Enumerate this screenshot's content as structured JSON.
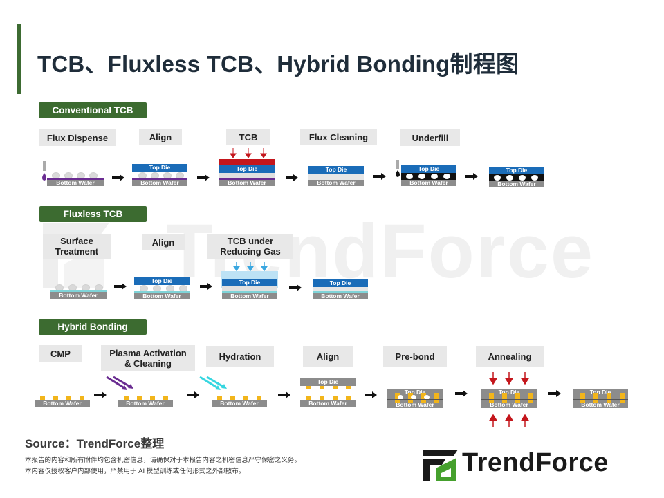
{
  "title": "TCB、Fluxless TCB、Hybrid Bonding制程图",
  "watermark": "TrendForce",
  "sections": {
    "conventional": {
      "label": "Conventional TCB",
      "steps": [
        "Flux Dispense",
        "Align",
        "TCB",
        "Flux Cleaning",
        "Underfill"
      ]
    },
    "fluxless": {
      "label": "Fluxless TCB",
      "steps": [
        "Surface\nTreatment",
        "Align",
        "TCB under\nReducing Gas"
      ]
    },
    "hybrid": {
      "label": "Hybrid Bonding",
      "steps": [
        "CMP",
        "Plasma Activation\n& Cleaning",
        "Hydration",
        "Align",
        "Pre-bond",
        "Annealing"
      ]
    }
  },
  "layer_labels": {
    "top_die": "Top Die",
    "bottom_wafer": "Bottom Wafer"
  },
  "colors": {
    "accent": "#3c6b30",
    "top_die": "#1a6cb8",
    "tcb_heater": "#c4161c",
    "flux": "#6a2c91",
    "fluxless_wafer": "#7fd4d8",
    "reducing_gas": "#bde2f5",
    "cu_pad": "#f2b51b",
    "plasma_arrow": "#6a2c91",
    "hydration_arrow": "#36d6e0",
    "pressure_arrow": "#c4161c"
  },
  "source": "Source：TrendForce整理",
  "notes": [
    "本报告的内容和所有附件均包含机密信息，请确保对于本报告内容之机密信息严守保密之义务。",
    "本内容仅授权客户内部使用，严禁用于 AI 模型训练或任何形式之外部散布。"
  ],
  "logo": "TrendForce"
}
